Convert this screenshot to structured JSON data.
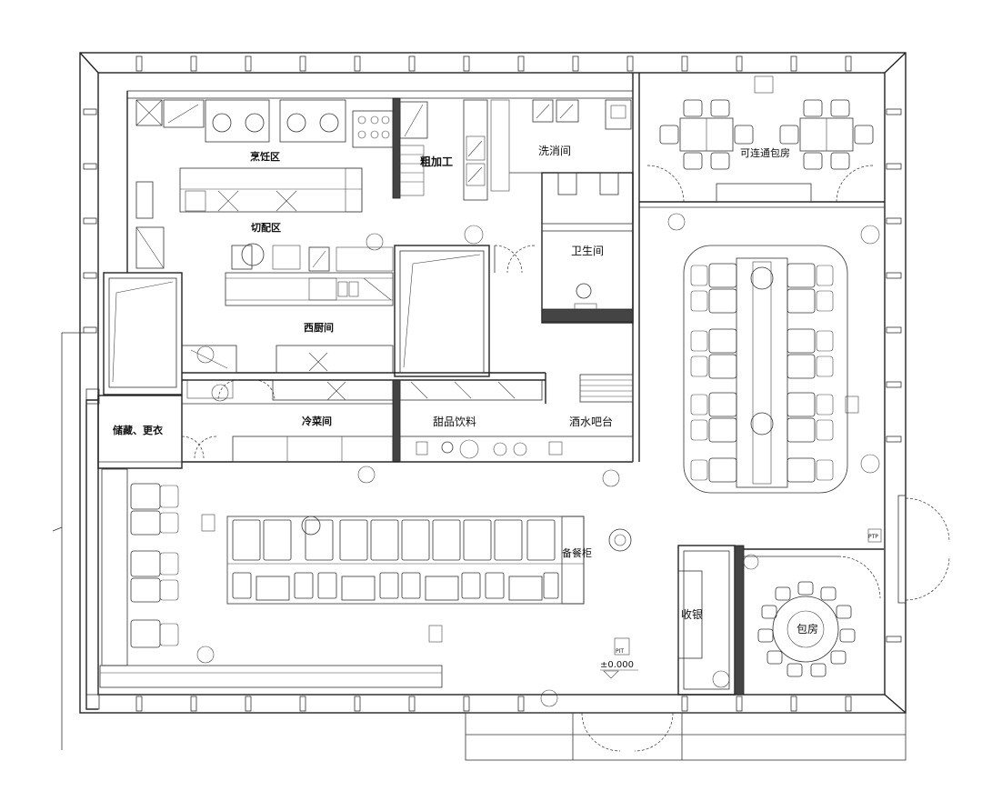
{
  "rooms": {
    "cooking": "烹饪区",
    "rough": "粗加工",
    "wash": "洗消间",
    "private_connect": "可连通包房",
    "prep": "切配区",
    "toilet": "卫生间",
    "western": "西厨间",
    "cold": "冷菜间",
    "dessert": "甜品饮料",
    "bar": "酒水吧台",
    "storage": "储藏、更衣",
    "service": "备餐柜",
    "cashier": "收银",
    "private_room": "包房"
  },
  "marks": {
    "level": "±0.000",
    "pit": "PIT",
    "ptp": "PTP"
  }
}
